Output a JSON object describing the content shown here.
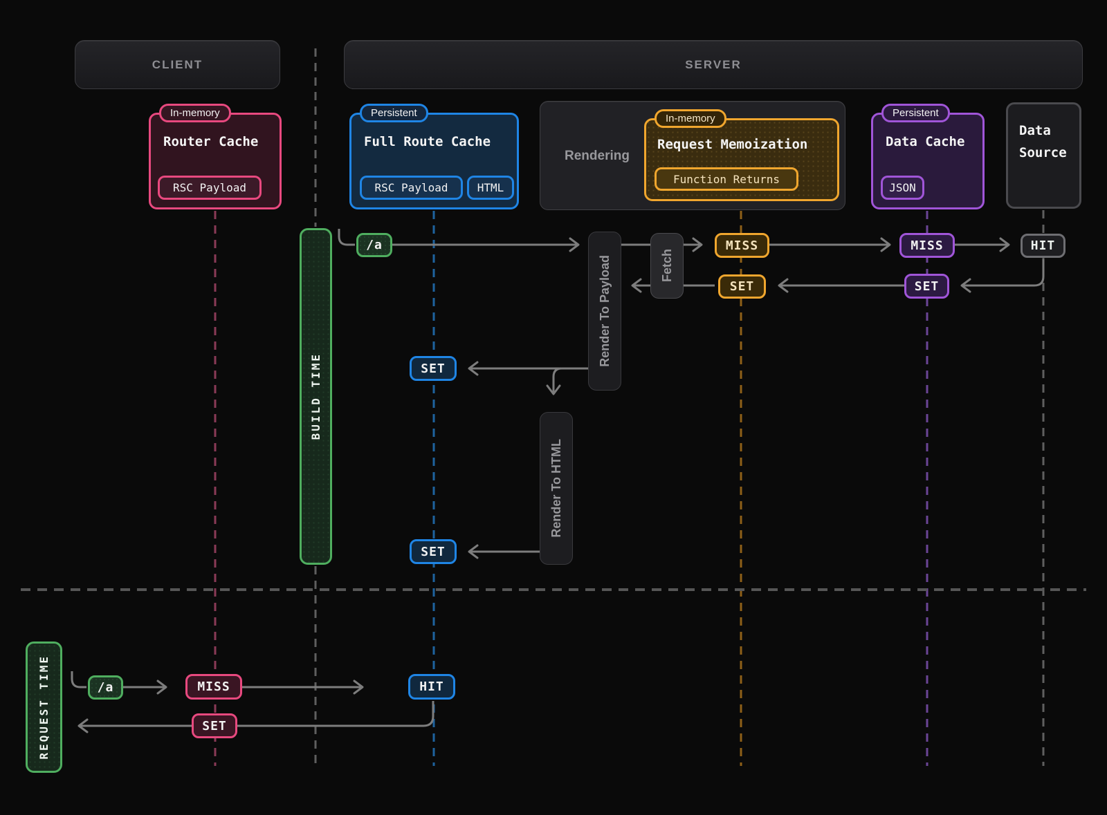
{
  "headers": {
    "client": "CLIENT",
    "server": "SERVER"
  },
  "caches": {
    "router_cache": {
      "badge": "In-memory",
      "title": "Router Cache",
      "chip": "RSC Payload"
    },
    "full_route_cache": {
      "badge": "Persistent",
      "title": "Full Route Cache",
      "chips": [
        "RSC Payload",
        "HTML"
      ]
    },
    "rendering_label": "Rendering",
    "request_memoization": {
      "badge": "In-memory",
      "title": "Request Memoization",
      "chip": "Function Returns"
    },
    "data_cache": {
      "badge": "Persistent",
      "title": "Data Cache",
      "chip": "JSON"
    },
    "data_source": {
      "title": "Data Source"
    }
  },
  "phases": {
    "build_time": "BUILD TIME",
    "request_time": "REQUEST TIME"
  },
  "processes": {
    "render_to_payload": "Render To Payload",
    "fetch": "Fetch",
    "render_to_html": "Render To HTML"
  },
  "build_flow": {
    "route": "/a",
    "memo_result": "MISS",
    "memo_write": "SET",
    "data_cache_result": "MISS",
    "data_cache_write": "SET",
    "source_result": "HIT",
    "full_route_write_payload": "SET",
    "full_route_write_html": "SET"
  },
  "request_flow": {
    "route": "/a",
    "router_result": "MISS",
    "full_route_result": "HIT",
    "router_write": "SET"
  },
  "colors": {
    "bg": "#0a0a0a",
    "wire": "#7d7d7d",
    "pink": "#e8497f",
    "blue": "#1f85e5",
    "orange": "#f0a62e",
    "purple": "#a055d8",
    "green": "#4fae5f",
    "pink-dim": "#8a3a57",
    "blue-dim": "#1e639f",
    "orange-dim": "#8f6018",
    "purple-dim": "#6b4596",
    "gray-dim": "#5f5f5f"
  }
}
